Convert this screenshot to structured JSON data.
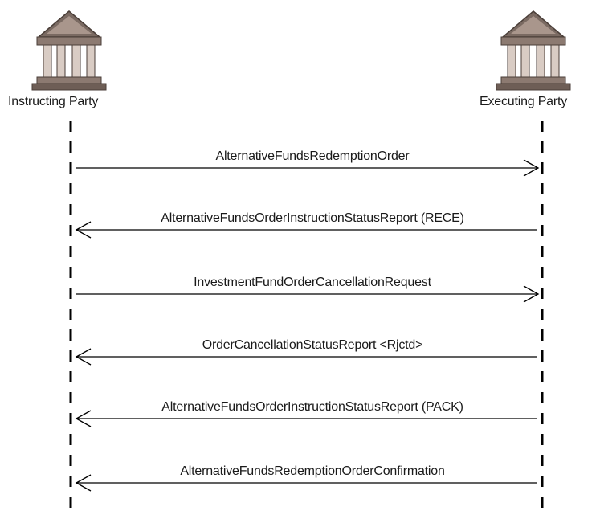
{
  "parties": {
    "left": {
      "label": "Instructing Party",
      "icon": "bank-building-icon"
    },
    "right": {
      "label": "Executing Party",
      "icon": "bank-building-icon"
    }
  },
  "messages": [
    {
      "label": "AlternativeFundsRedemptionOrder",
      "direction": "right"
    },
    {
      "label": "AlternativeFundsOrderInstructionStatusReport (RECE)",
      "direction": "left"
    },
    {
      "label": "InvestmentFundOrderCancellationRequest",
      "direction": "right"
    },
    {
      "label": "OrderCancellationStatusReport <Rjctd>",
      "direction": "left"
    },
    {
      "label": "AlternativeFundsOrderInstructionStatusReport (PACK)",
      "direction": "left"
    },
    {
      "label": "AlternativeFundsRedemptionOrderConfirmation",
      "direction": "left"
    }
  ],
  "colors": {
    "line": "#000000",
    "icon_dark": "#7a6a62",
    "icon_mid": "#a9968c",
    "icon_light": "#d9ccc4"
  }
}
